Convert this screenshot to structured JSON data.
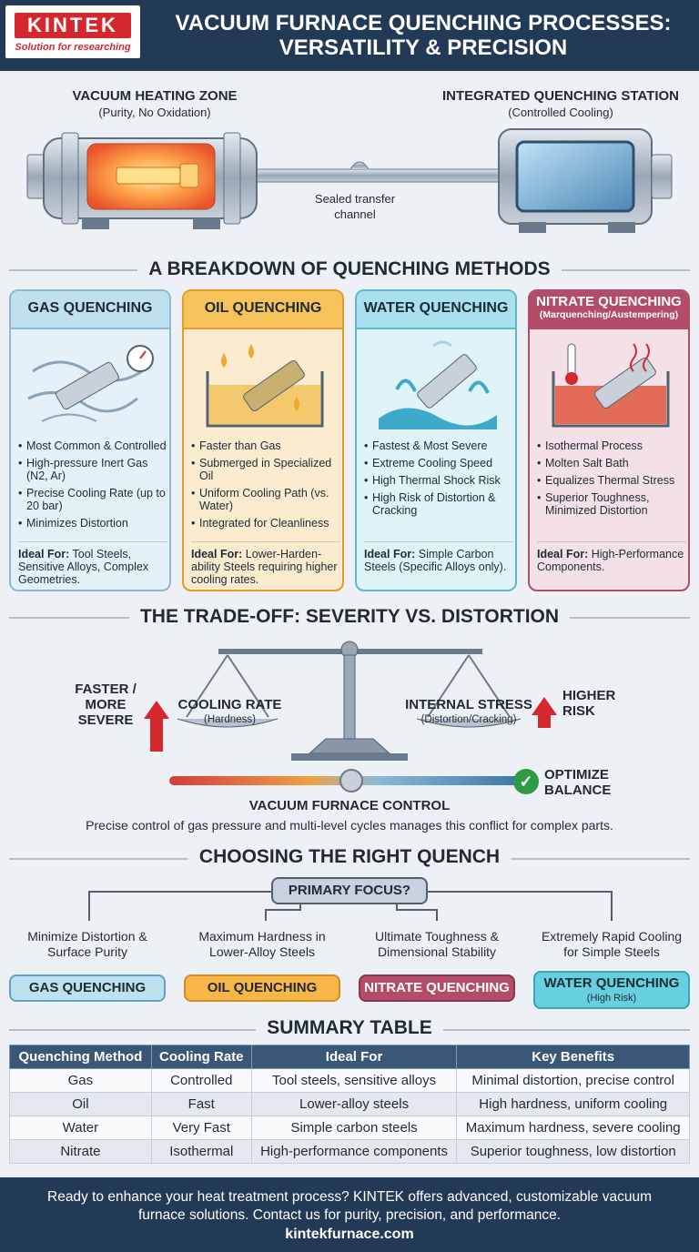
{
  "header": {
    "logo_brand": "KINTEK",
    "logo_tagline": "Solution for researching",
    "title": "VACUUM FURNACE QUENCHING PROCESSES: VERSATILITY & PRECISION"
  },
  "furnace": {
    "heating_title": "VACUUM HEATING ZONE",
    "heating_sub": "(Purity, No Oxidation)",
    "quench_title": "INTEGRATED QUENCHING STATION",
    "quench_sub": "(Controlled Cooling)",
    "channel_label_1": "Sealed transfer",
    "channel_label_2": "channel"
  },
  "methods": {
    "heading": "A BREAKDOWN OF QUENCHING METHODS",
    "cards": [
      {
        "title": "GAS QUENCHING",
        "subtitle": "",
        "bullets": [
          "Most Common & Controlled",
          "High-pressure Inert Gas (N2, Ar)",
          "Precise Cooling Rate (up to 20 bar)",
          "Minimizes Distortion"
        ],
        "ideal_label": "Ideal For:",
        "ideal_text": "Tool Steels, Sensitive Alloys, Complex Geometries."
      },
      {
        "title": "OIL QUENCHING",
        "subtitle": "",
        "bullets": [
          "Faster than Gas",
          "Submerged in Specialized Oil",
          "Uniform Cooling Path (vs. Water)",
          "Integrated for Cleanliness"
        ],
        "ideal_label": "Ideal For:",
        "ideal_text": "Lower-Harden-ability Steels requiring higher cooling rates."
      },
      {
        "title": "WATER QUENCHING",
        "subtitle": "",
        "bullets": [
          "Fastest & Most Severe",
          "Extreme Cooling Speed",
          "High Thermal Shock Risk",
          "High Risk of Distortion & Cracking"
        ],
        "ideal_label": "Ideal For:",
        "ideal_text": "Simple Carbon Steels (Specific Alloys only)."
      },
      {
        "title": "NITRATE QUENCHING",
        "subtitle": "(Marquenching/Austempering)",
        "bullets": [
          "Isothermal Process",
          "Molten Salt Bath",
          "Equalizes Thermal Stress",
          "Superior Toughness, Minimized Distortion"
        ],
        "ideal_label": "Ideal For:",
        "ideal_text": "High-Performance Components."
      }
    ]
  },
  "tradeoff": {
    "heading": "THE TRADE-OFF: SEVERITY VS. DISTORTION",
    "left_arrow_label": "FASTER / MORE SEVERE",
    "left_title": "COOLING RATE",
    "left_sub": "(Hardness)",
    "right_title": "INTERNAL STRESS",
    "right_sub": "(Distortion/Cracking)",
    "right_arrow_label": "HIGHER RISK",
    "optimize_label": "OPTIMIZE BALANCE",
    "control_title": "VACUUM FURNACE CONTROL",
    "control_text": "Precise control of gas pressure and multi-level cycles manages this conflict for complex parts.",
    "slider_position": 0.52
  },
  "choosing": {
    "heading": "CHOOSING THE RIGHT QUENCH",
    "root": "PRIMARY FOCUS?",
    "options": [
      {
        "focus": "Minimize Distortion & Surface Purity",
        "method": "GAS QUENCHING",
        "note": ""
      },
      {
        "focus": "Maximum Hardness in Lower-Alloy Steels",
        "method": "OIL QUENCHING",
        "note": ""
      },
      {
        "focus": "Ultimate Toughness & Dimensional Stability",
        "method": "NITRATE QUENCHING",
        "note": ""
      },
      {
        "focus": "Extremely Rapid Cooling for Simple Steels",
        "method": "WATER QUENCHING",
        "note": "(High Risk)"
      }
    ]
  },
  "summary": {
    "heading": "SUMMARY TABLE",
    "columns": [
      "Quenching Method",
      "Cooling Rate",
      "Ideal For",
      "Key Benefits"
    ],
    "rows": [
      [
        "Gas",
        "Controlled",
        "Tool steels, sensitive alloys",
        "Minimal distortion, precise control"
      ],
      [
        "Oil",
        "Fast",
        "Lower-alloy steels",
        "High hardness, uniform cooling"
      ],
      [
        "Water",
        "Very Fast",
        "Simple carbon steels",
        "Maximum hardness, severe cooling"
      ],
      [
        "Nitrate",
        "Isothermal",
        "High-performance components",
        "Superior toughness, low distortion"
      ]
    ]
  },
  "footer": {
    "text": "Ready to enhance your heat treatment process? KINTEK offers advanced, customizable vacuum furnace solutions. Contact us for purity, precision, and performance.",
    "url": "kintekfurnace.com"
  },
  "colors": {
    "gas": "#bfe0ef",
    "gas_border": "#8fb9d3",
    "oil": "#f6c35a",
    "oil_border": "#e59a2a",
    "water": "#a8e0ee",
    "water_border": "#5fb7cf",
    "nitrate": "#e8b7c6",
    "nitrate_border": "#b24c68",
    "header": "#223a55"
  }
}
